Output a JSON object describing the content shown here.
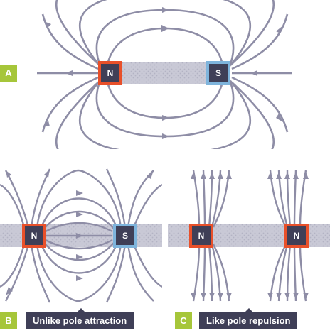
{
  "panels": {
    "a": {
      "label": "A",
      "magnet_poles": [
        "N",
        "S"
      ]
    },
    "b": {
      "label": "B",
      "magnet_poles": [
        "N",
        "S"
      ],
      "caption": "Unlike pole attraction"
    },
    "c": {
      "label": "C",
      "magnet_poles": [
        "N",
        "N"
      ],
      "caption": "Like pole repulsion"
    }
  },
  "colors": {
    "north_pole": "#e8502a",
    "south_pole": "#7eb4dc",
    "pole_face": "#3f3f57",
    "field_line": "#8e8da6",
    "magnet_body": "#c5c5d3",
    "badge": "#a6c63a",
    "caption_bg": "#3f3f57"
  }
}
